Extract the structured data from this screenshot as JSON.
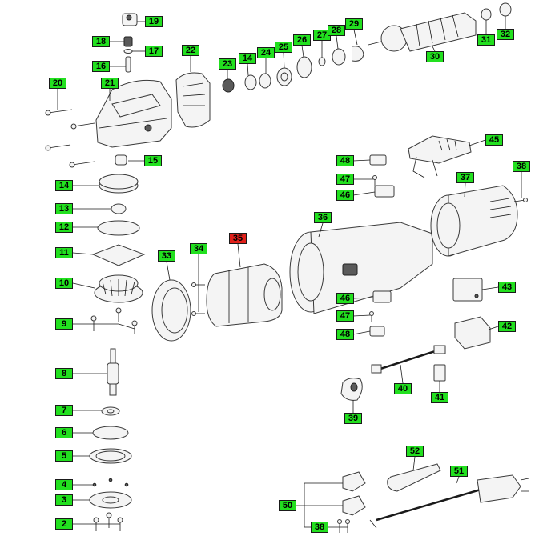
{
  "diagram": {
    "highlight_color": "#e0201a",
    "label_color": "#22e01f",
    "labels": [
      "19",
      "18",
      "17",
      "16",
      "22",
      "23",
      "14",
      "24",
      "25",
      "26",
      "27",
      "28",
      "29",
      "30",
      "31",
      "32",
      "20",
      "21",
      "15",
      "14",
      "13",
      "12",
      "11",
      "10",
      "9",
      "8",
      "7",
      "6",
      "5",
      "4",
      "3",
      "2",
      "33",
      "34",
      "35",
      "36",
      "37",
      "38",
      "45",
      "48",
      "47",
      "46",
      "43",
      "46",
      "47",
      "48",
      "42",
      "40",
      "41",
      "39",
      "52",
      "51",
      "50",
      "38"
    ],
    "highlighted_label": "35"
  }
}
